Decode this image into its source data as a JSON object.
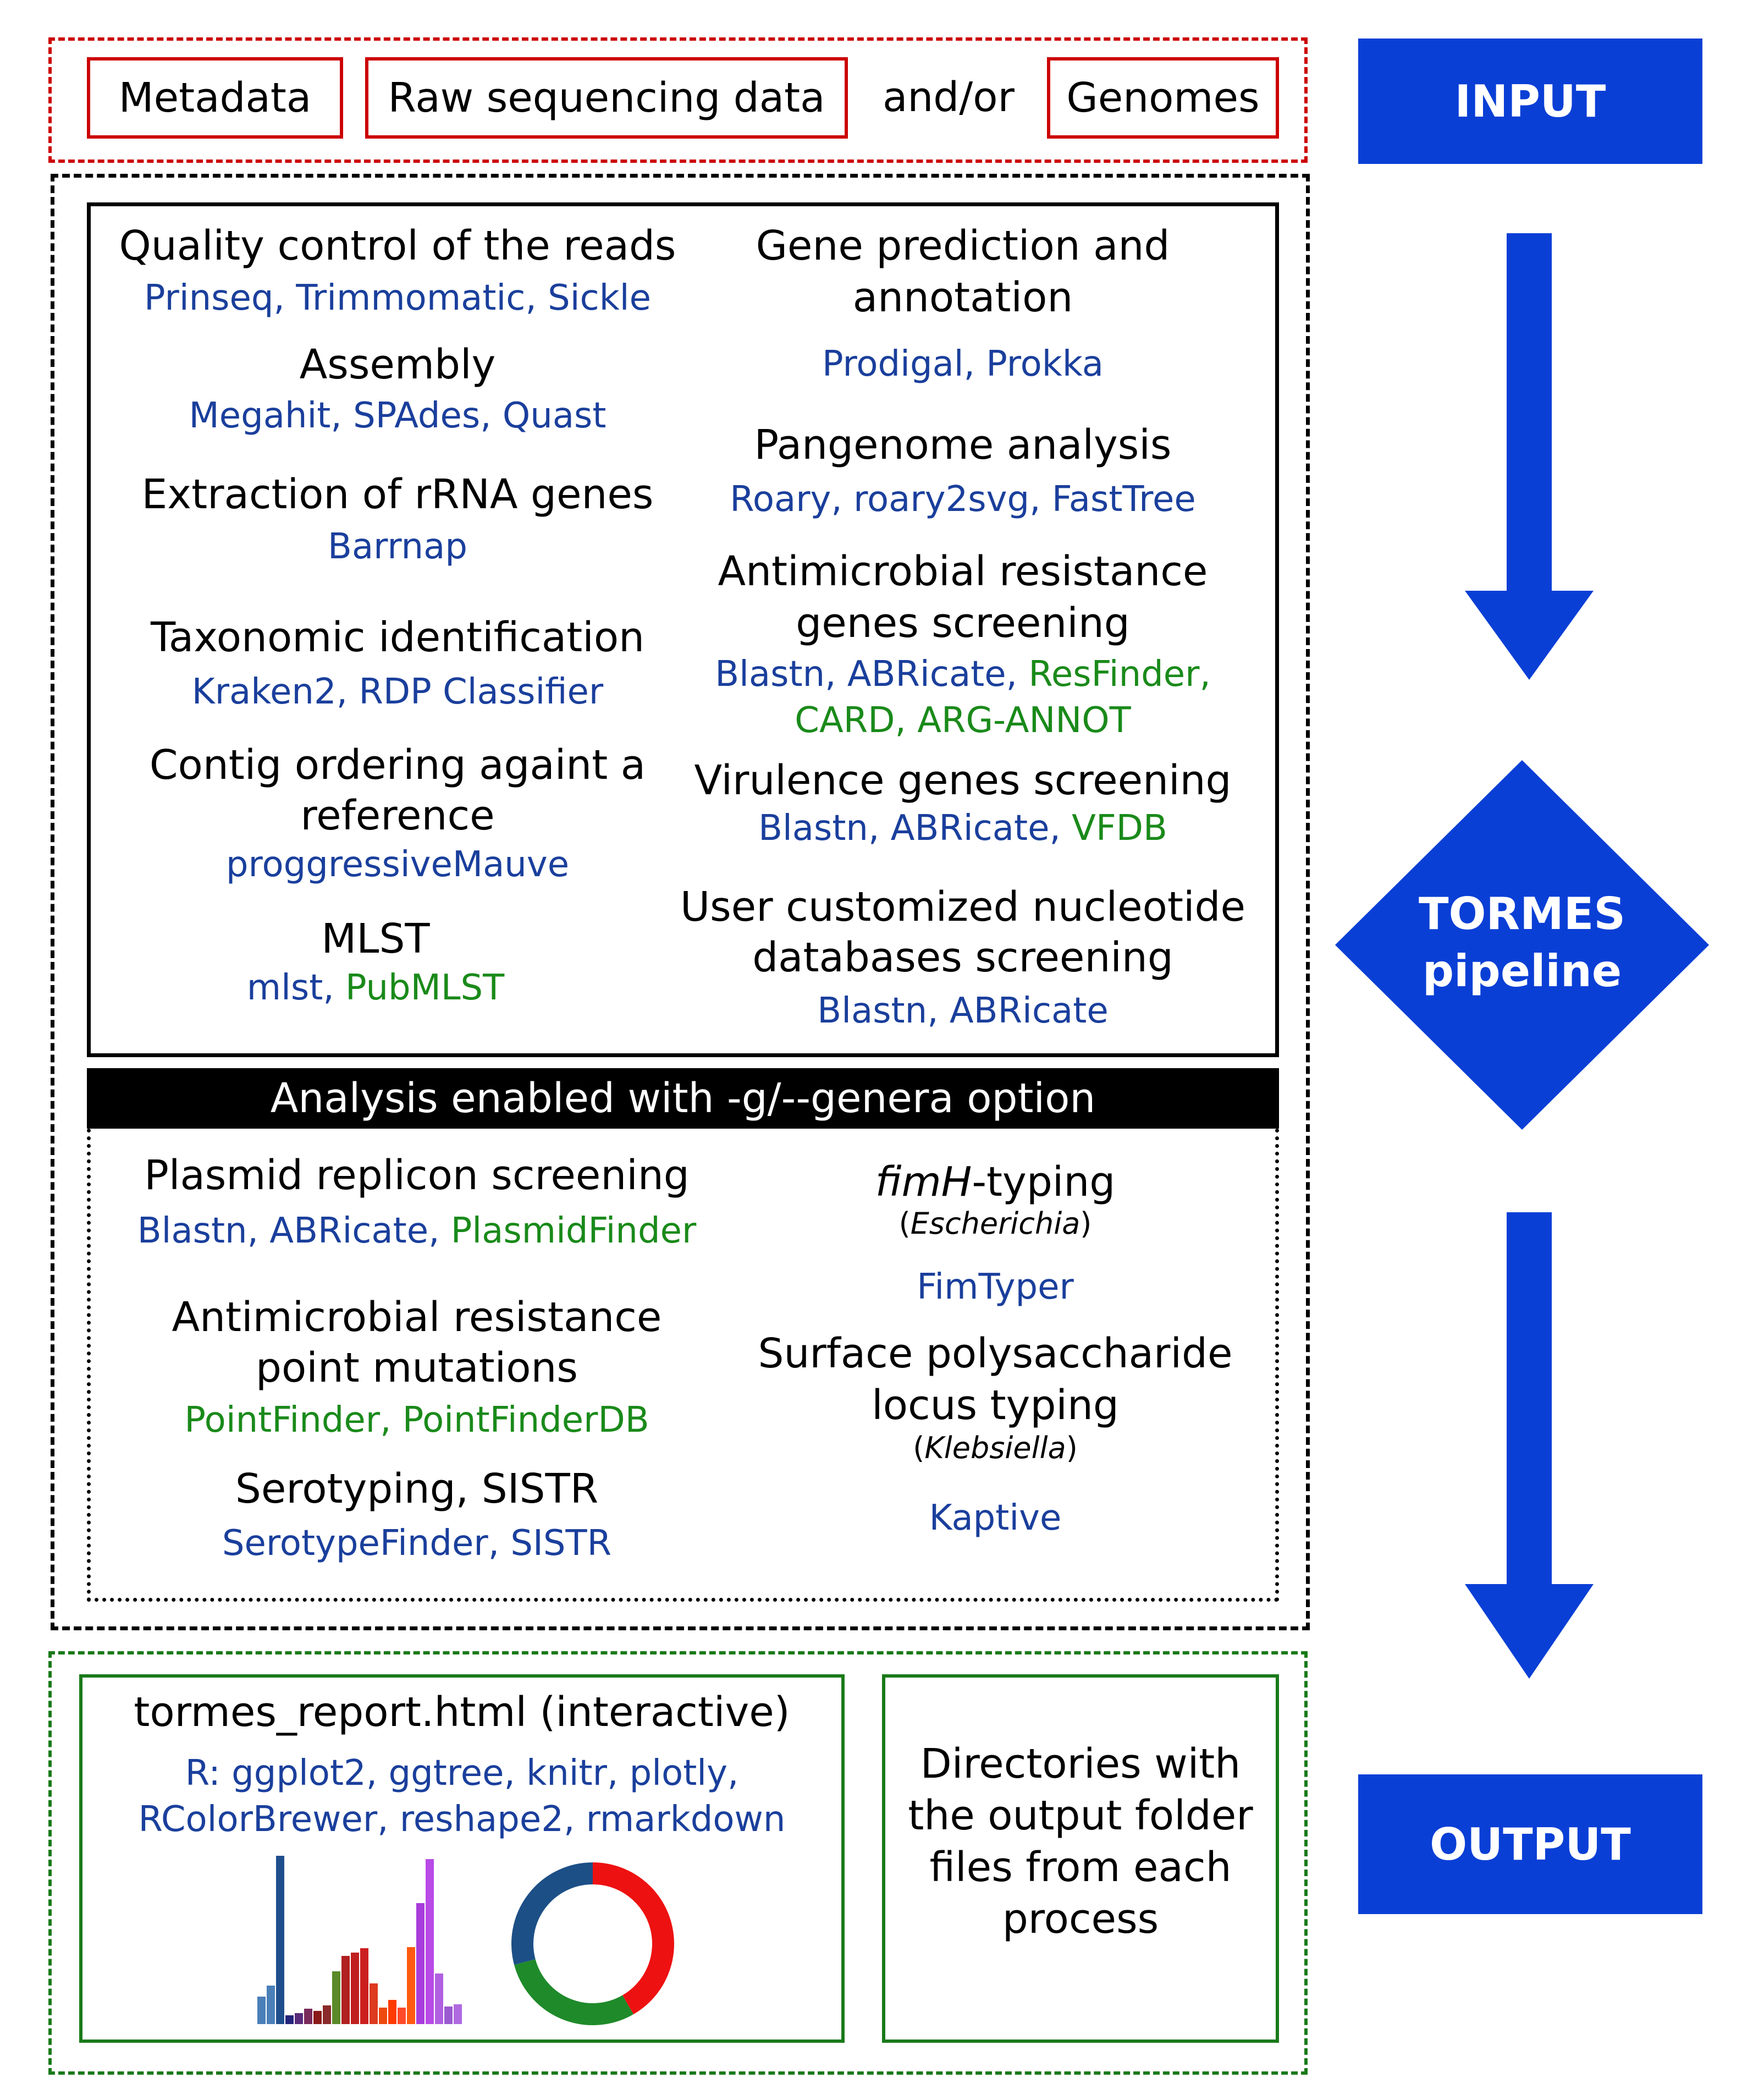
{
  "input": {
    "items": [
      "Metadata",
      "Raw sequencing data",
      "Genomes"
    ],
    "connector": "and/or",
    "label": "INPUT"
  },
  "pipeline_label": [
    "TORMES",
    "pipeline"
  ],
  "output_label": "OUTPUT",
  "left_steps": [
    {
      "title": [
        "Quality control of the reads"
      ],
      "tools": [
        {
          "t": "Prinseq, Trimmomatic, Sickle",
          "c": "blue"
        }
      ]
    },
    {
      "title": [
        "Assembly"
      ],
      "tools": [
        {
          "t": "Megahit, SPAdes, Quast",
          "c": "blue"
        }
      ]
    },
    {
      "title": [
        "Extraction of rRNA genes"
      ],
      "tools": [
        {
          "t": "Barrnap",
          "c": "blue"
        }
      ]
    },
    {
      "title": [
        "Taxonomic identification"
      ],
      "tools": [
        {
          "t": "Kraken2, RDP Classifier",
          "c": "blue"
        }
      ]
    },
    {
      "title": [
        "Contig ordering againt a",
        "reference"
      ],
      "tools": [
        {
          "t": "proggressiveMauve",
          "c": "blue"
        }
      ]
    },
    {
      "title": [
        "MLST"
      ],
      "tools": [
        {
          "t": "mlst, ",
          "c": "blue"
        },
        {
          "t": "PubMLST",
          "c": "green"
        }
      ]
    }
  ],
  "right_steps": [
    {
      "title": [
        "Gene prediction and",
        "annotation"
      ],
      "tools": [
        {
          "t": "Prodigal, Prokka",
          "c": "blue"
        }
      ]
    },
    {
      "title": [
        "Pangenome analysis"
      ],
      "tools": [
        {
          "t": "Roary, roary2svg, FastTree",
          "c": "blue"
        }
      ]
    },
    {
      "title": [
        "Antimicrobial resistance",
        "genes screening"
      ],
      "tools": [
        {
          "t": "Blastn, ABRicate, ",
          "c": "blue"
        },
        {
          "t": "ResFinder,",
          "c": "green"
        }
      ],
      "tools2": [
        {
          "t": "CARD, ARG-ANNOT",
          "c": "green"
        }
      ]
    },
    {
      "title": [
        "Virulence genes screening"
      ],
      "tools": [
        {
          "t": "Blastn, ABRicate, ",
          "c": "blue"
        },
        {
          "t": "VFDB",
          "c": "green"
        }
      ]
    },
    {
      "title": [
        "User customized nucleotide",
        "databases screening"
      ],
      "tools": [
        {
          "t": "Blastn, ABRicate",
          "c": "blue"
        }
      ]
    }
  ],
  "genera_banner": "Analysis enabled with -g/--genera option",
  "genera_left": [
    {
      "title": [
        "Plasmid replicon screening"
      ],
      "tools": [
        {
          "t": "Blastn, ABRicate, ",
          "c": "blue"
        },
        {
          "t": "PlasmidFinder",
          "c": "green"
        }
      ]
    },
    {
      "title": [
        "Antimicrobial resistance",
        "point mutations"
      ],
      "tools": [
        {
          "t": "PointFinder, PointFinderDB",
          "c": "green"
        }
      ]
    },
    {
      "title": [
        "Serotyping, SISTR"
      ],
      "tools": [
        {
          "t": "SerotypeFinder, SISTR",
          "c": "blue"
        }
      ]
    }
  ],
  "genera_right": [
    {
      "title_italic": "fimH",
      "title_rest": "-typing",
      "genus": "Escherichia",
      "tools": [
        {
          "t": "FimTyper",
          "c": "blue"
        }
      ]
    },
    {
      "title": [
        "Surface polysaccharide",
        "locus typing"
      ],
      "genus": "Klebsiella",
      "tools": [
        {
          "t": "Kaptive",
          "c": "blue"
        }
      ]
    }
  ],
  "report": {
    "title": "tormes_report.html (interactive)",
    "libs": [
      "R: ggplot2, ggtree, knitr, plotly,",
      "RColorBrewer, reshape2, rmarkdown"
    ]
  },
  "directories": [
    "Directories with",
    "the output folder",
    "files from each",
    "process"
  ],
  "colors": {
    "blue_text": "#1a3f9c",
    "green_text": "#1a8a1a",
    "side_blue": "#0a3fd6",
    "input_red": "#cc0000",
    "output_green": "#1a7a1a"
  },
  "icons": {
    "bar_chart": "bar-chart-icon",
    "donut_chart": "donut-chart-icon"
  }
}
